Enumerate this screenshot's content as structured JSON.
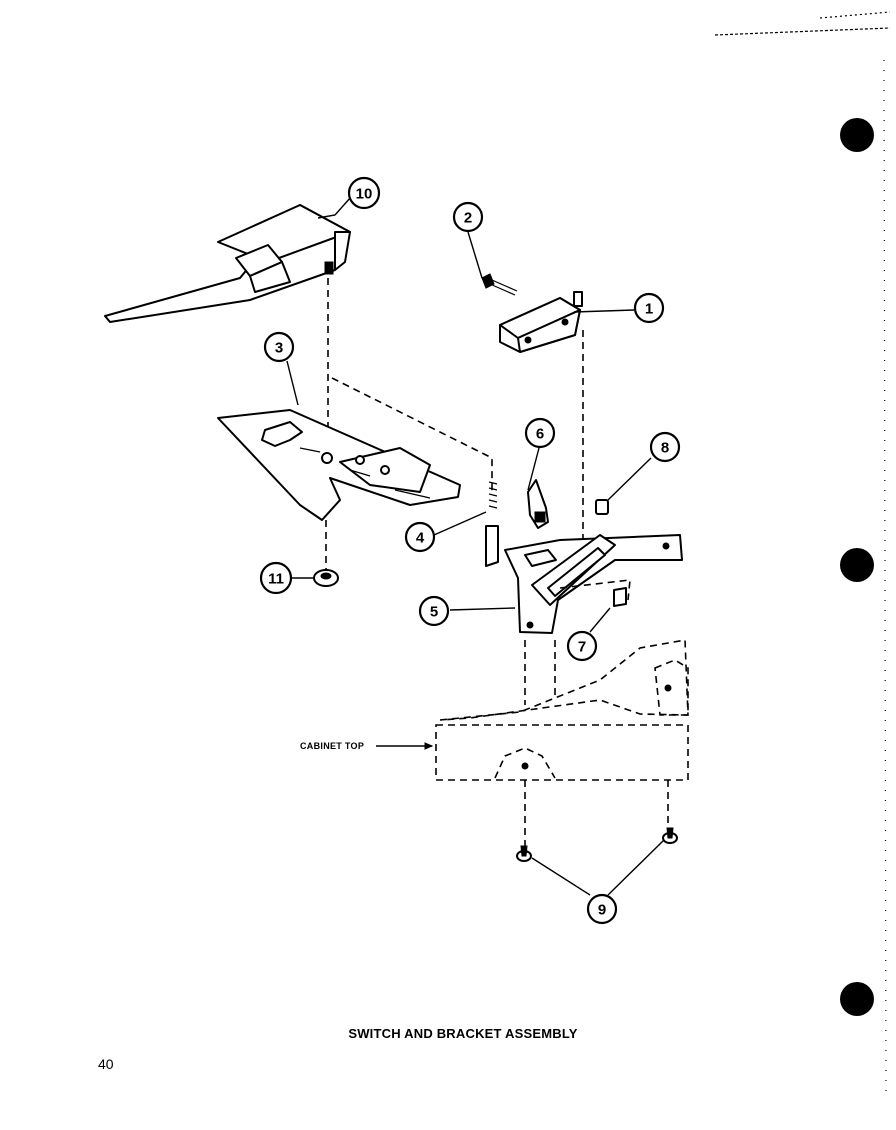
{
  "diagram": {
    "title": "SWITCH AND BRACKET ASSEMBLY",
    "page_number": "40",
    "labels": {
      "cabinet_top": "CABINET TOP"
    },
    "callouts": [
      "1",
      "2",
      "3",
      "4",
      "5",
      "6",
      "7",
      "8",
      "9",
      "10",
      "11"
    ],
    "style": {
      "ink": "#000000",
      "paper": "#ffffff"
    }
  }
}
